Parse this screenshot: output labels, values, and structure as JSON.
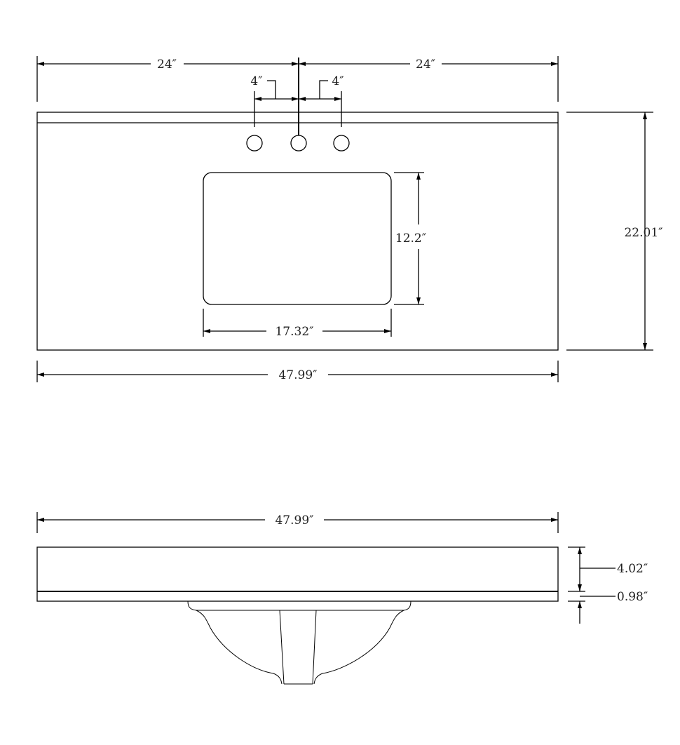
{
  "top_view": {
    "left_half": "24″",
    "right_half": "24″",
    "faucet_left_spacing": "4″",
    "faucet_right_spacing": "4″",
    "bowl_depth": "12.2″",
    "bowl_width": "17.32″",
    "overall_depth": "22.01″",
    "overall_width": "47.99″"
  },
  "front_view": {
    "overall_width": "47.99″",
    "top_thickness": "4.02″",
    "lip_thickness": "0.98″"
  }
}
